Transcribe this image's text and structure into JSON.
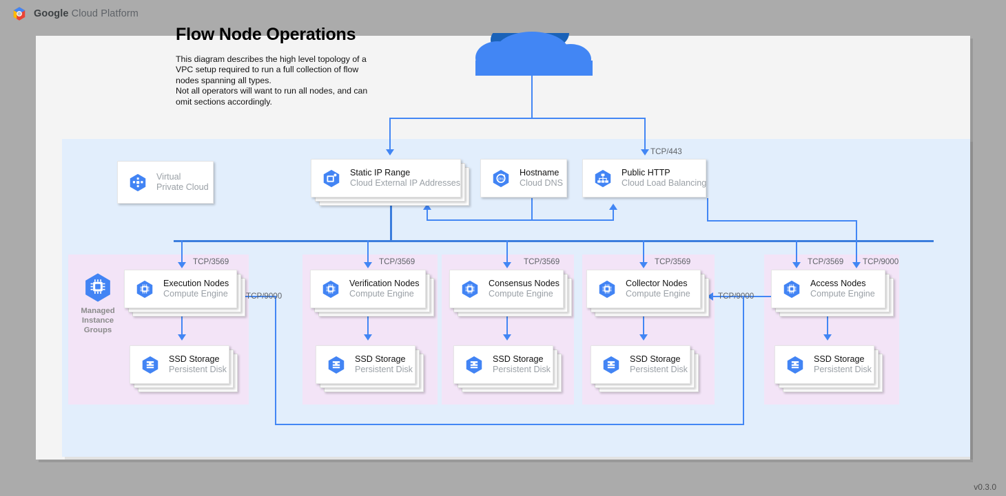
{
  "brand": {
    "logo_icon": "google-cloud-platform-logo",
    "name_bold": "Google",
    "name_rest": " Cloud Platform"
  },
  "document": {
    "title": "Flow Node Operations",
    "description": "This diagram describes the high level topology of a VPC setup required to run a full collection of flow nodes spanning all types.\nNot all operators will want to run all nodes, and can omit sections accordingly.",
    "version": "v0.3.0"
  },
  "colors": {
    "page_background": "#ababab",
    "panel": "#f4f4f4",
    "vpc_region": "#e2eefc",
    "instance_group": "#f3e4f7",
    "connector": "#4286f4",
    "gcp_blue": "#4284f4",
    "cloud_dark": "#1a62b8",
    "label_text": "#5f6368"
  },
  "internet": {
    "icon": "cloud-icon",
    "label": ""
  },
  "top_row": [
    {
      "id": "virtual-private-cloud",
      "icon": "vpc-icon",
      "title": "Virtual",
      "subtitle": "Private Cloud",
      "muted": true,
      "stacked": false
    },
    {
      "id": "static-ip-range",
      "icon": "external-ip-icon",
      "title": "Static IP Range",
      "subtitle": "Cloud External IP Addresses",
      "muted": false,
      "stacked": true
    },
    {
      "id": "hostname",
      "icon": "cloud-dns-icon",
      "title": "Hostname",
      "subtitle": "Cloud DNS",
      "muted": false,
      "stacked": false
    },
    {
      "id": "public-http",
      "icon": "load-balancing-icon",
      "title": "Public HTTP",
      "subtitle": "Cloud Load Balancing",
      "muted": false,
      "stacked": false
    }
  ],
  "instance_group_label": {
    "icon": "compute-engine-hex-icon",
    "lines": [
      "Managed",
      "Instance",
      "Groups"
    ]
  },
  "groups": [
    {
      "id": "execution",
      "node": {
        "icon": "compute-engine-icon",
        "title": "Execution Nodes",
        "subtitle": "Compute Engine"
      },
      "disk": {
        "icon": "persistent-disk-icon",
        "title": "SSD Storage",
        "subtitle": "Persistent Disk"
      },
      "ingress_port": "TCP/3569",
      "has_mig_label": true
    },
    {
      "id": "verification",
      "node": {
        "icon": "compute-engine-icon",
        "title": "Verification Nodes",
        "subtitle": "Compute Engine"
      },
      "disk": {
        "icon": "persistent-disk-icon",
        "title": "SSD Storage",
        "subtitle": "Persistent Disk"
      },
      "ingress_port": "TCP/3569",
      "has_mig_label": false
    },
    {
      "id": "consensus",
      "node": {
        "icon": "compute-engine-icon",
        "title": "Consensus Nodes",
        "subtitle": "Compute Engine"
      },
      "disk": {
        "icon": "persistent-disk-icon",
        "title": "SSD Storage",
        "subtitle": "Persistent Disk"
      },
      "ingress_port": "TCP/3569",
      "has_mig_label": false
    },
    {
      "id": "collector",
      "node": {
        "icon": "compute-engine-icon",
        "title": "Collector Nodes",
        "subtitle": "Compute Engine"
      },
      "disk": {
        "icon": "persistent-disk-icon",
        "title": "SSD Storage",
        "subtitle": "Persistent Disk"
      },
      "ingress_port": "TCP/3569",
      "has_mig_label": false
    },
    {
      "id": "access",
      "node": {
        "icon": "compute-engine-icon",
        "title": "Access Nodes",
        "subtitle": "Compute Engine"
      },
      "disk": {
        "icon": "persistent-disk-icon",
        "title": "SSD Storage",
        "subtitle": "Persistent Disk"
      },
      "ingress_port": "TCP/3569",
      "extra_ingress_port": "TCP/9000",
      "has_mig_label": false
    }
  ],
  "edge_labels": {
    "https": "TCP/443",
    "access_to_execution": "TCP/9000",
    "access_to_collector": "TCP/9000"
  }
}
